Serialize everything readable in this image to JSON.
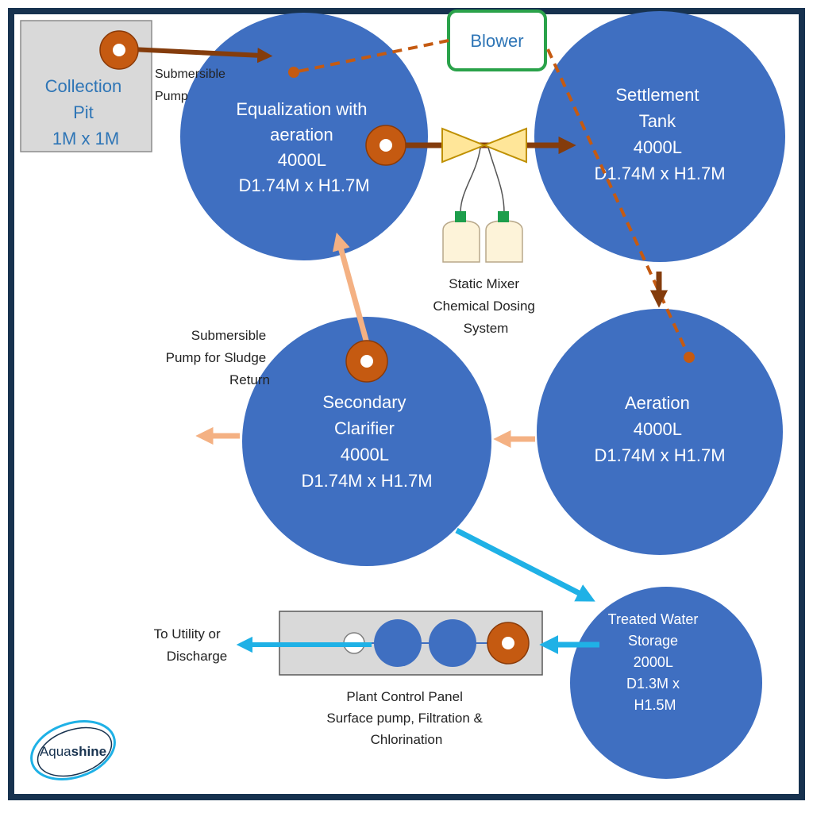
{
  "colors": {
    "frame": "#17324f",
    "tank": "#3f6fc1",
    "pump_ring": "#c55a11",
    "pipe_dark": "#843c0c",
    "pipe_light": "#f4b183",
    "air": "#c55a11",
    "treated": "#1fb1e6",
    "blower_border": "#2aa24a",
    "pit_fill": "#d9d9d9",
    "label_blue": "#2e75b6",
    "mixer_fill": "#ffe699",
    "dosing_fill": "#fdf3d9",
    "dosing_cap": "#1d9e4c"
  },
  "collection_pit": {
    "lines": [
      "Collection",
      "Pit",
      "1M x 1M"
    ]
  },
  "blower": {
    "label": "Blower"
  },
  "labels": {
    "submersible_pump": [
      "Submersible",
      "Pump"
    ],
    "static_mixer": [
      "Static Mixer",
      "Chemical Dosing",
      "System"
    ],
    "sludge_return": [
      "Submersible",
      "Pump for Sludge",
      "Return"
    ],
    "utility": [
      "To Utility or",
      "Discharge"
    ],
    "control_panel": [
      "Plant Control Panel",
      "Surface pump, Filtration &",
      "Chlorination"
    ]
  },
  "tanks": {
    "equalization": [
      "Equalization with",
      "aeration",
      "4000L",
      "D1.74M x H1.7M"
    ],
    "settlement": [
      "Settlement",
      "Tank",
      "4000L",
      "D1.74M x H1.7M"
    ],
    "aeration": [
      "Aeration",
      "4000L",
      "D1.74M x H1.7M"
    ],
    "secondary": [
      "Secondary",
      "Clarifier",
      "4000L",
      "D1.74M x H1.7M"
    ],
    "treated": [
      "Treated Water",
      "Storage",
      "2000L",
      "",
      "D1.3M x",
      "H1.5M"
    ]
  },
  "logo": {
    "prefix": "Aqua",
    "suffix": "shine"
  }
}
